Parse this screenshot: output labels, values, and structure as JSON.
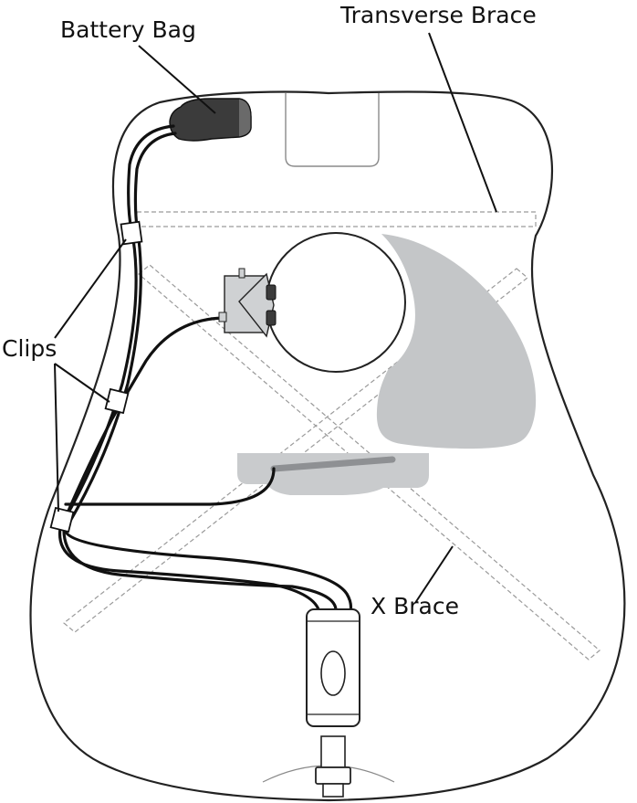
{
  "labels": {
    "battery_bag": "Battery Bag",
    "transverse_brace": "Transverse Brace",
    "clips": "Clips",
    "x_brace": "X Brace"
  },
  "colors": {
    "outline": "#222222",
    "pickguard": "#c4c6c8",
    "bridge": "#c9cbcd",
    "saddle": "#8e9093",
    "brace": "#9a9a9a",
    "cable": "#111111",
    "battery": "#3b3b3b",
    "preamp": "#cfd1d3"
  }
}
